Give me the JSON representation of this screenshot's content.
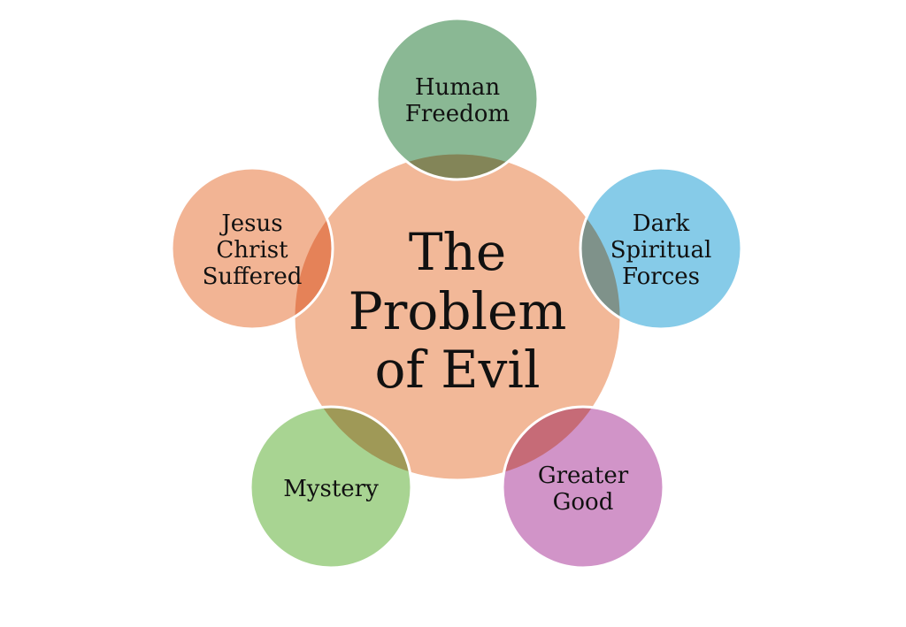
{
  "center": {
    "lines": [
      "The",
      "Problem",
      "of Evil"
    ],
    "color": "#f2b898"
  },
  "satellites": [
    {
      "id": "human-freedom",
      "lines": [
        "Human",
        "Freedom"
      ],
      "color": "#8ab894"
    },
    {
      "id": "dark-spiritual-forces",
      "lines": [
        "Dark",
        "Spiritual",
        "Forces"
      ],
      "color": "#86cbe8"
    },
    {
      "id": "greater-good",
      "lines": [
        "Greater",
        "Good"
      ],
      "color": "#d194c8"
    },
    {
      "id": "mystery",
      "lines": [
        "Mystery"
      ],
      "color": "#a8d492"
    },
    {
      "id": "jesus-christ-suffered",
      "lines": [
        "Jesus",
        "Christ",
        "Suffered"
      ],
      "color": "#f2b494"
    }
  ]
}
